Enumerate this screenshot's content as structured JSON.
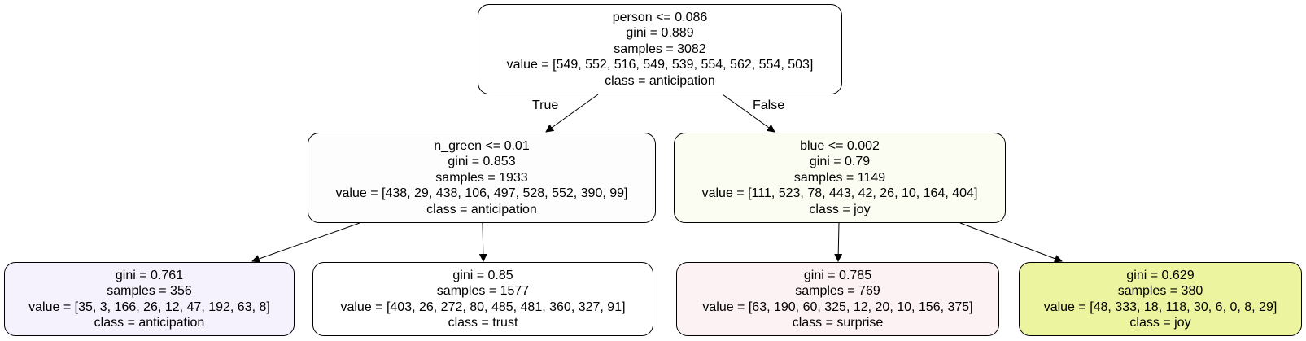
{
  "tree": {
    "root": {
      "split": "person <= 0.086",
      "gini": "gini = 0.889",
      "samples": "samples = 3082",
      "value": "value = [549, 552, 516, 549, 539, 554, 562, 554, 503]",
      "class": "class = anticipation",
      "fill": "#ffffff"
    },
    "left": {
      "split": "n_green <= 0.01",
      "gini": "gini = 0.853",
      "samples": "samples = 1933",
      "value": "value = [438, 29, 438, 106, 497, 528, 552, 390, 99]",
      "class": "class = anticipation",
      "fill": "#fdfdfd"
    },
    "right": {
      "split": "blue <= 0.002",
      "gini": "gini = 0.79",
      "samples": "samples = 1149",
      "value": "value = [111, 523, 78, 443, 42, 26, 10, 164, 404]",
      "class": "class = joy",
      "fill": "#fbfdf2"
    },
    "left_left": {
      "gini": "gini = 0.761",
      "samples": "samples = 356",
      "value": "value = [35, 3, 166, 26, 12, 47, 192, 63, 8]",
      "class": "class = anticipation",
      "fill": "#f5f1fd"
    },
    "left_right": {
      "gini": "gini = 0.85",
      "samples": "samples = 1577",
      "value": "value = [403, 26, 272, 80, 485, 481, 360, 327, 91]",
      "class": "class = trust",
      "fill": "#ffffff"
    },
    "right_left": {
      "gini": "gini = 0.785",
      "samples": "samples = 769",
      "value": "value = [63, 190, 60, 325, 12, 20, 10, 156, 375]",
      "class": "class = surprise",
      "fill": "#fdf2f3"
    },
    "right_right": {
      "gini": "gini = 0.629",
      "samples": "samples = 380",
      "value": "value = [48, 333, 18, 118, 30, 6, 0, 8, 29]",
      "class": "class = joy",
      "fill": "#ecf4a0"
    }
  },
  "edge_labels": {
    "true": "True",
    "false": "False"
  }
}
